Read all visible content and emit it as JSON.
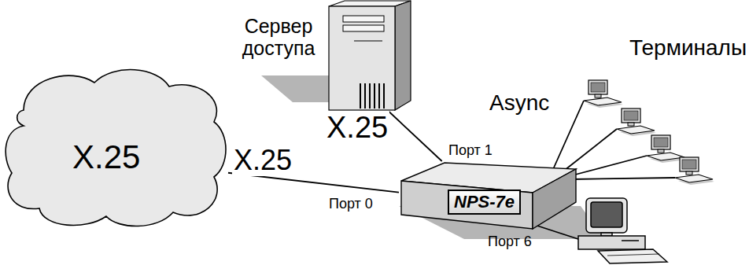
{
  "diagram": {
    "nodes": [
      {
        "text": [
          "X.25"
        ]
      },
      {
        "text": [
          "Сервер доступа"
        ]
      },
      {
        "text": [
          "NPS-7e"
        ]
      }
    ],
    "edges": [
      {
        "from": 0,
        "to": 2,
        "arrow": "none",
        "label": "X.25"
      },
      {
        "from": 1,
        "to": 2,
        "arrow": "none",
        "label": "X.25"
      }
    ],
    "labels": [
      "Терминалы",
      "Async",
      "Порт 1",
      "Порт 0",
      "Порт 6"
    ]
  }
}
